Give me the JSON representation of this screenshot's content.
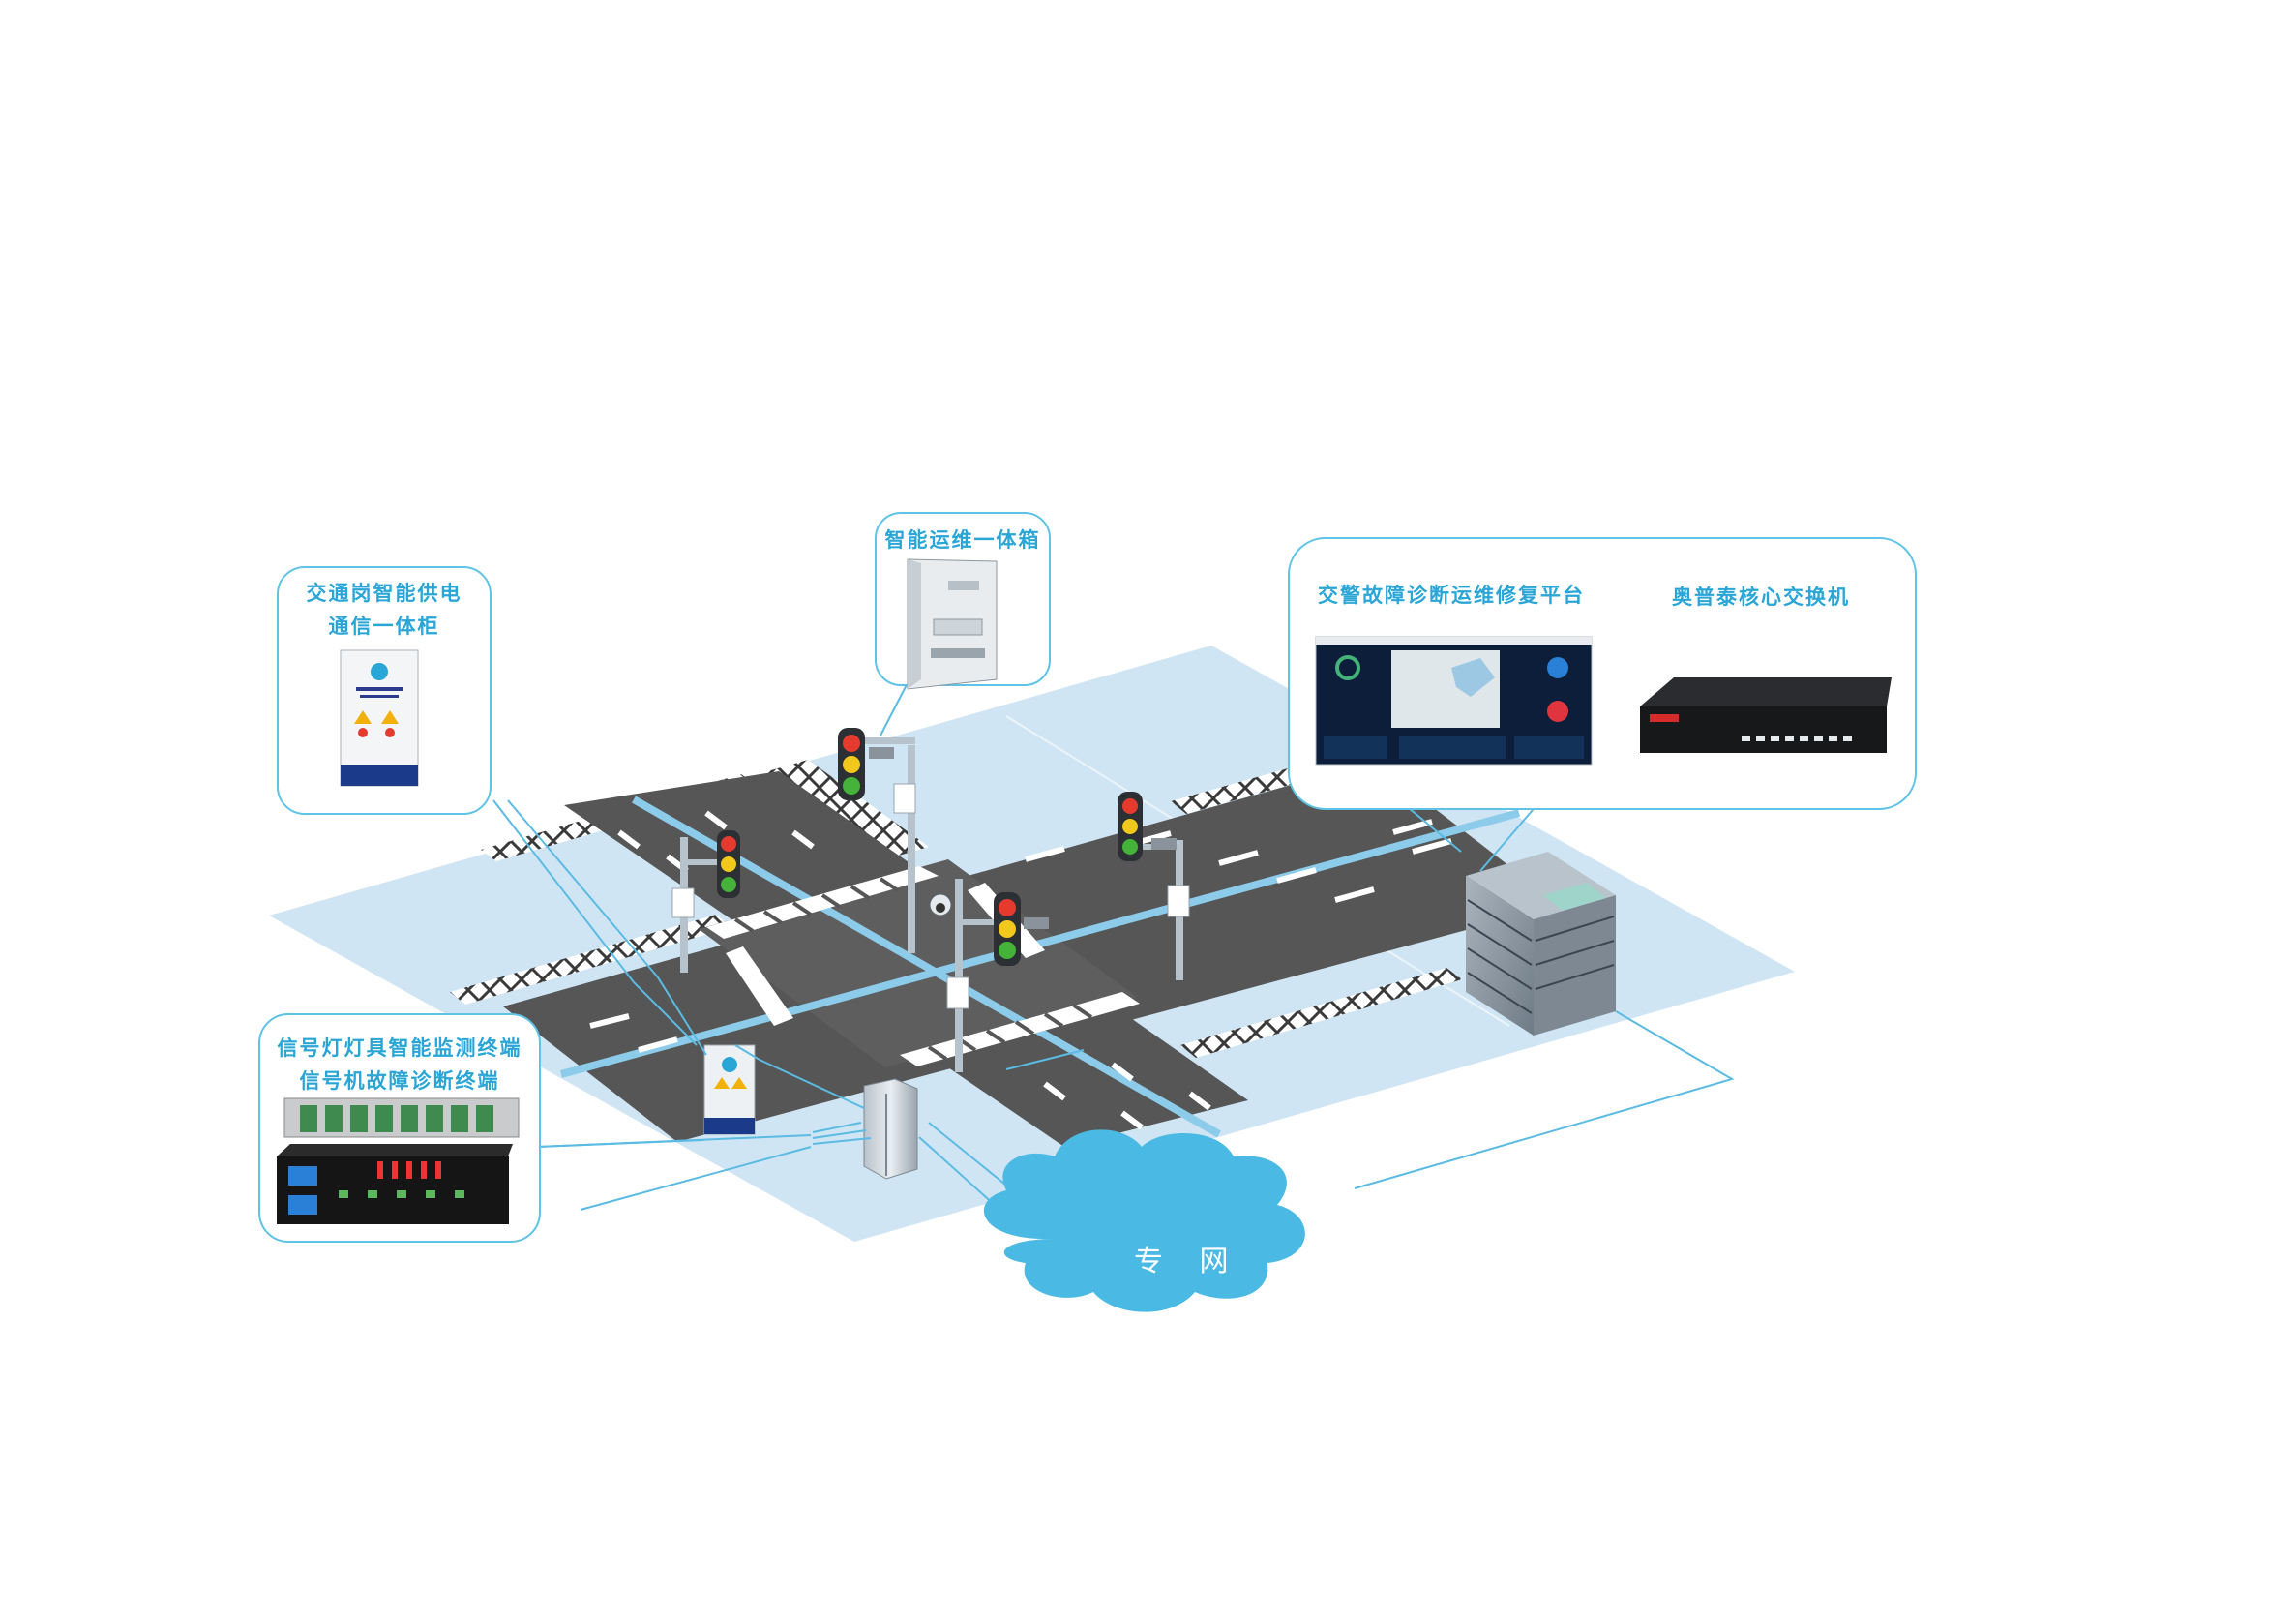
{
  "callouts": {
    "cabinet": {
      "line1": "交通岗智能供电",
      "line2": "通信一体柜"
    },
    "maint_box": {
      "title": "智能运维一体箱"
    },
    "platform": {
      "platform_title": "交警故障诊断运维修复平台",
      "switch_title": "奥普泰核心交换机"
    },
    "terminals": {
      "line1": "信号灯灯具智能监测终端",
      "line2": "信号机故障诊断终端"
    }
  },
  "network": {
    "label": "专 网"
  },
  "colors": {
    "callout_border": "#5fc3e6",
    "label_text": "#2aa6d6",
    "ground": "#c7e0f1",
    "road": "#565656",
    "lane_divider": "#8ccbe9",
    "cloud": "#4ab9e3",
    "link": "#5bbbe2"
  }
}
